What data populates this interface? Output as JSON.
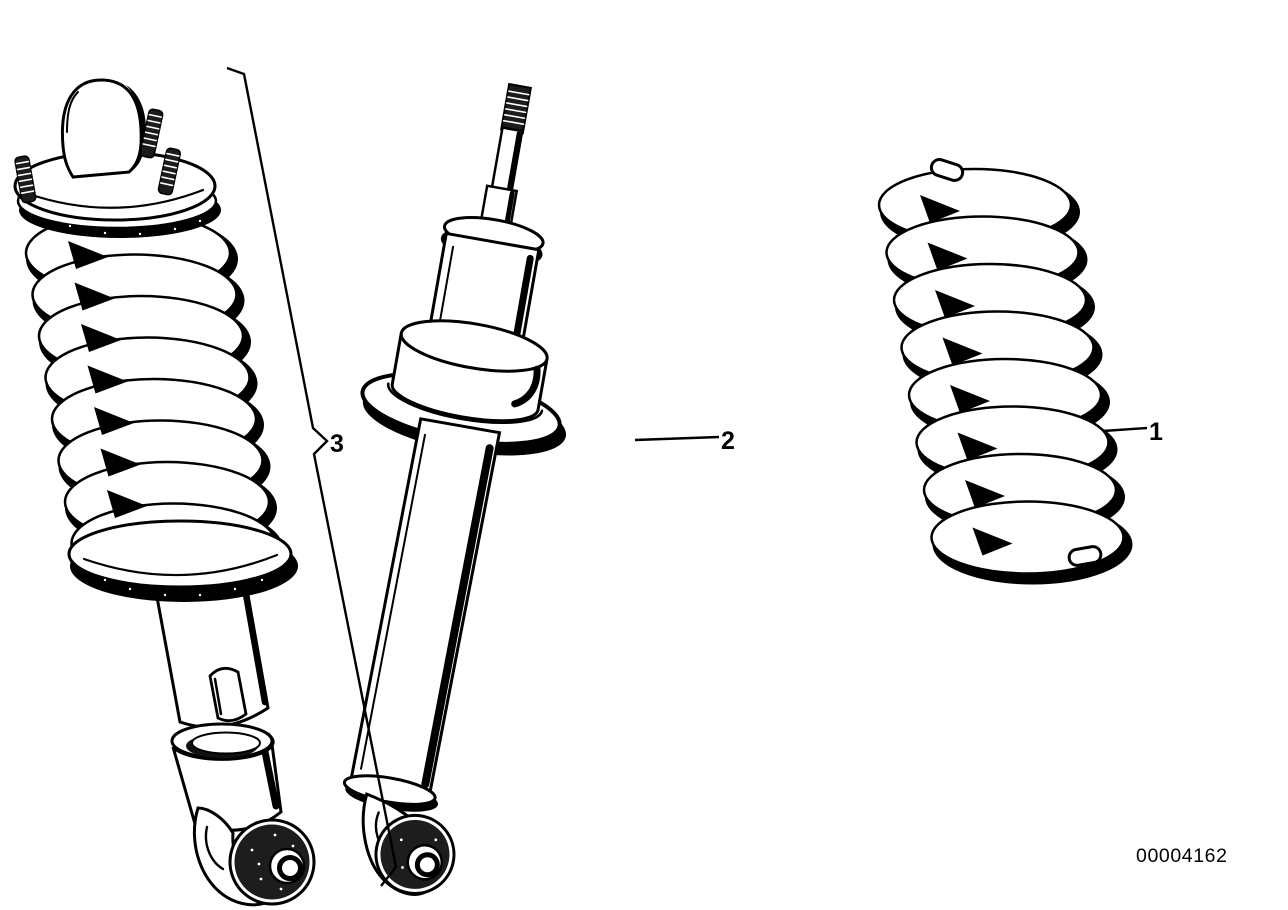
{
  "diagram": {
    "background_color": "#ffffff",
    "ink_color": "#000000",
    "document_number": "00004162",
    "callouts": [
      {
        "label": "1"
      },
      {
        "label": "2"
      },
      {
        "label": "3"
      }
    ]
  }
}
